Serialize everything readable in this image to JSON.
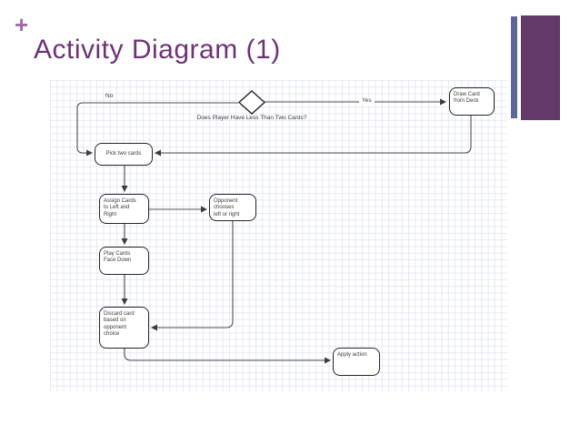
{
  "slide": {
    "plus_marker": "+",
    "title": "Activity Diagram (1)"
  },
  "diagram": {
    "decision_label": "Does Player Have Less Than Two Cards?",
    "edge_labels": {
      "no": "No",
      "yes": "Yes"
    },
    "nodes": {
      "draw_card": "Draw Card\nfrom Deck",
      "pick_two": "Pick two cards",
      "assign": "Assign Cards\nto Left and\nRight",
      "opponent": "Opponent\nchooses\nleft or right",
      "play": "Play Cards\nFace Down",
      "discard": "Discard card\nbased on\nopponent\nchoice",
      "apply": "Apply action"
    }
  },
  "colors": {
    "title_text": "#6d3375",
    "plus_marker": "#a06ca8",
    "accent_bar_thin": "#5d6795",
    "accent_bar_wide": "#613a68",
    "connector_line": "#4f4f4f",
    "node_border": "#262626",
    "node_text": "#3c3c3c"
  }
}
